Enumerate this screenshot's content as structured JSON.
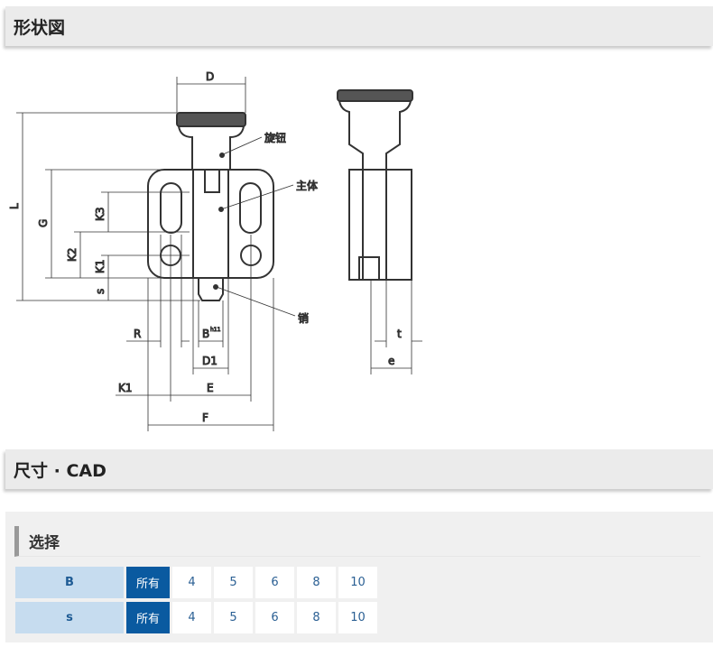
{
  "sections": {
    "shape_title": "形状図",
    "dims_title": "尺寸 · CAD"
  },
  "drawing": {
    "labels": {
      "D": "D",
      "L": "L",
      "G": "G",
      "K3": "K3",
      "K2": "K2",
      "K1": "K1",
      "s": "s",
      "R": "R",
      "B": "B",
      "B_tol": "h11",
      "D1": "D1",
      "K1b": "K1",
      "E": "E",
      "F": "F",
      "t": "t",
      "e": "e"
    },
    "callouts": {
      "knob": "旋钮",
      "body": "主体",
      "pin": "销"
    }
  },
  "selection": {
    "title": "选择",
    "rows": [
      {
        "label": "B",
        "all": "所有",
        "values": [
          "4",
          "5",
          "6",
          "8",
          "10"
        ]
      },
      {
        "label": "s",
        "all": "所有",
        "values": [
          "4",
          "5",
          "6",
          "8",
          "10"
        ]
      }
    ]
  },
  "colors": {
    "accent": "#0a5aa0",
    "label_bg": "#c6dcef"
  }
}
